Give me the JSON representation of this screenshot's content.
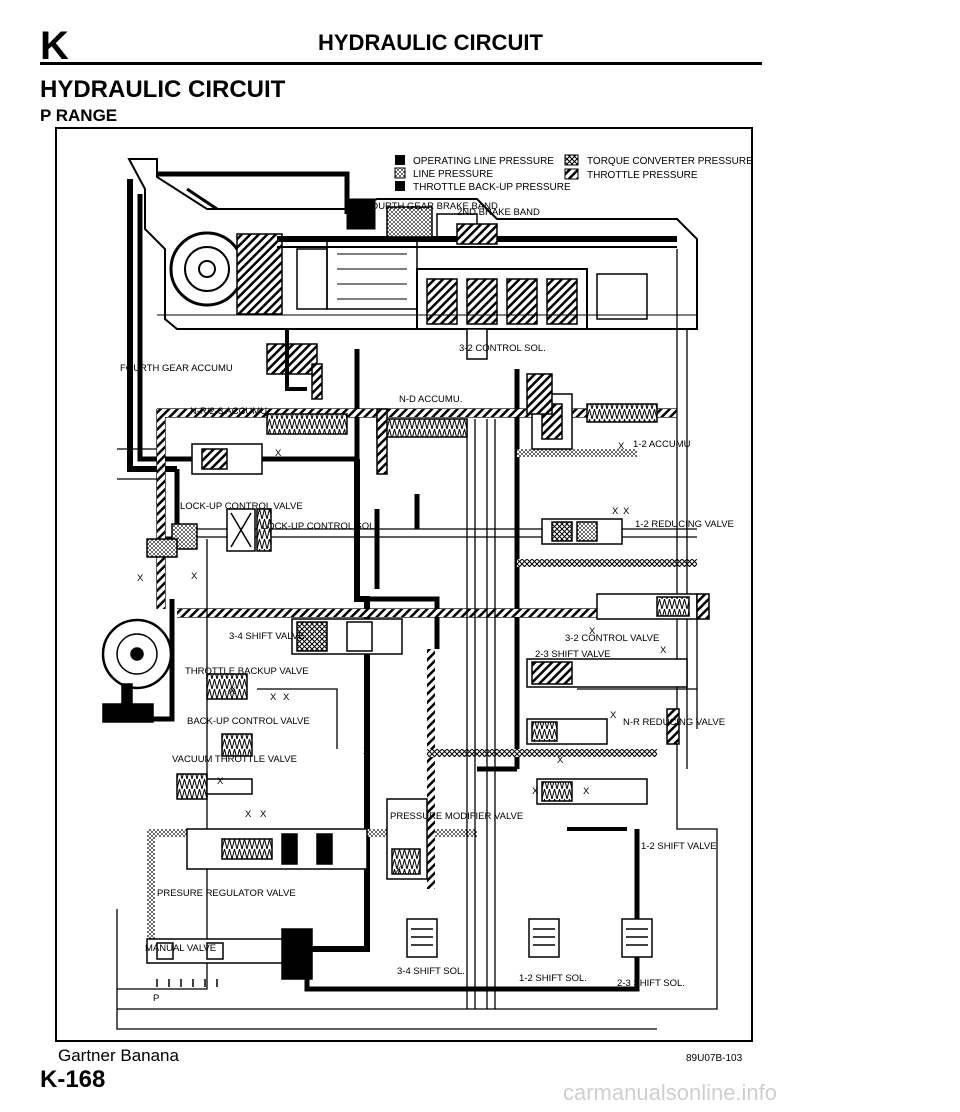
{
  "header": {
    "letter": "K",
    "title": "HYDRAULIC CIRCUIT"
  },
  "page": {
    "heading": "HYDRAULIC CIRCUIT",
    "subheading": "P RANGE"
  },
  "legend": [
    {
      "label": "OPERATING LINE PRESSURE",
      "pattern": "solid"
    },
    {
      "label": "LINE PRESSURE",
      "pattern": "dots"
    },
    {
      "label": "THROTTLE BACK-UP PRESSURE",
      "pattern": "solid"
    },
    {
      "label": "TORQUE CONVERTER PRESSURE",
      "pattern": "cross"
    },
    {
      "label": "THROTTLE PRESSURE",
      "pattern": "hatch"
    }
  ],
  "labels": {
    "fourth_gear_band": "FOURTH GEAR BRAKE BAND",
    "second_brake_band": "2ND BRAKE BAND",
    "fourth_gear_accum": "FOURTH GEAR ACCUMU",
    "ctrl_sol_32": "3-2 CONTROL SOL.",
    "nd_accum": "N-D ACCUMU.",
    "nr23_accum": "N-R/2-3 ACCUMU.",
    "accum_12": "1-2 ACCUMU",
    "lockup_valve": "LOCK-UP CONTROL VALVE",
    "lockup_sol": "LOCK-UP CONTROL SOL.",
    "reducing_12": "1-2 REDUCING VALVE",
    "shift_34": "3-4 SHIFT VALVE",
    "ctrl_valve_32": "3-2 CONTROL VALVE",
    "shift_23": "2-3 SHIFT VALVE",
    "throttle_backup": "THROTTLE BACKUP VALVE",
    "backup_control": "BACK-UP CONTROL VALVE",
    "nr_reducing": "N-R REDUCING VALVE",
    "vacuum_throttle": "VACUUM THROTTLE VALVE",
    "pressure_modifier": "PRESSURE MODIFIER VALVE",
    "shift_12": "1-2 SHIFT VALVE",
    "pressure_regulator": "PRESURE REGULATOR VALVE",
    "manual_valve": "MANUAL VALVE",
    "manual_p": "P",
    "sol_34": "3-4 SHIFT SOL.",
    "sol_12": "1-2 SHIFT SOL.",
    "sol_23": "2-3 SHIFT SOL.",
    "x": "X"
  },
  "footer": {
    "left": "Gartner Banana",
    "page_number": "K-168",
    "code": "89U07B-103",
    "site": "carmanualsonline.info"
  }
}
